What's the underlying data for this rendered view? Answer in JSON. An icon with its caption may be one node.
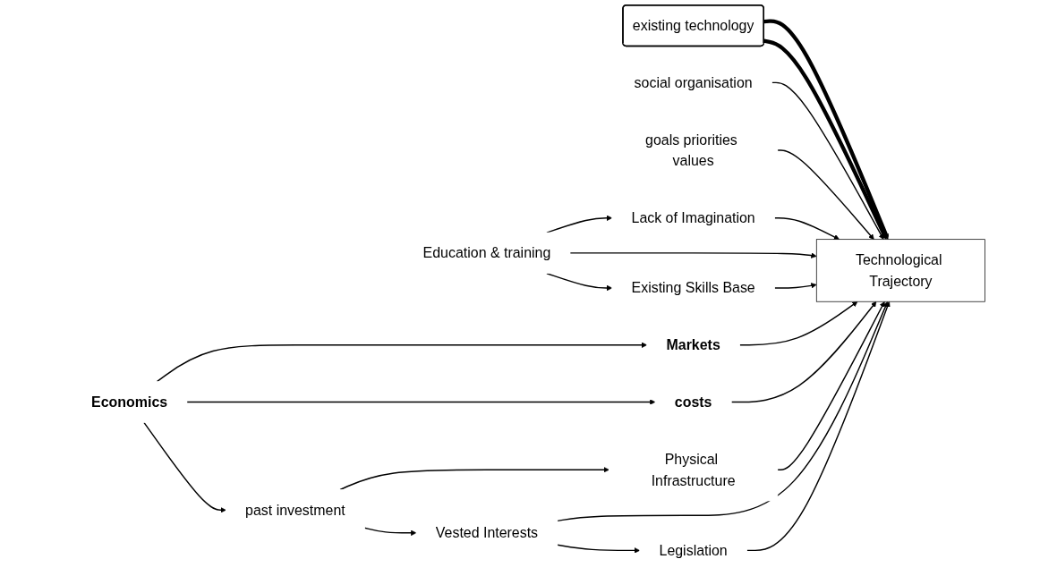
{
  "diagram": {
    "nodes": [
      {
        "text": [
          "social organisation"
        ]
      },
      {
        "text": [
          "goals priorities values"
        ]
      },
      {
        "text": [
          "Lack of Imagination"
        ]
      },
      {
        "text": [
          "Education & training"
        ]
      },
      {
        "text": [
          "Existing Skills Base"
        ]
      },
      {
        "text": [
          "existing technology"
        ]
      },
      {
        "text": [
          "Technological Trajectory"
        ]
      },
      {
        "text": [
          "Markets"
        ]
      },
      {
        "text": [
          "costs"
        ]
      },
      {
        "text": [
          "Physical Infrastructure"
        ]
      },
      {
        "text": [
          "Vested Interests"
        ]
      },
      {
        "text": [
          "Legislation"
        ]
      },
      {
        "text": [
          "Economics"
        ]
      },
      {
        "text": [
          "past investment"
        ]
      }
    ],
    "edges": [
      {
        "from": 3,
        "to": 2,
        "arrow": "to"
      },
      {
        "from": 3,
        "to": 4,
        "arrow": "to"
      },
      {
        "from": 5,
        "to": 6,
        "arrow": "to",
        "style": "thick"
      },
      {
        "from": 5,
        "to": 6,
        "arrow": "to",
        "style": "thick"
      },
      {
        "from": 0,
        "to": 6,
        "arrow": "to"
      },
      {
        "from": 1,
        "to": 6,
        "arrow": "to"
      },
      {
        "from": 2,
        "to": 6,
        "arrow": "to"
      },
      {
        "from": 3,
        "to": 6,
        "arrow": "to"
      },
      {
        "from": 4,
        "to": 6,
        "arrow": "to"
      },
      {
        "from": 7,
        "to": 6,
        "arrow": "to"
      },
      {
        "from": 8,
        "to": 6,
        "arrow": "to"
      },
      {
        "from": 9,
        "to": 6,
        "arrow": "to"
      },
      {
        "from": 10,
        "to": 6,
        "arrow": "to"
      },
      {
        "from": 11,
        "to": 6,
        "arrow": "to"
      },
      {
        "from": 10,
        "to": 11,
        "arrow": "to"
      },
      {
        "from": 12,
        "to": 7,
        "arrow": "to"
      },
      {
        "from": 12,
        "to": 8,
        "arrow": "to"
      },
      {
        "from": 12,
        "to": 13,
        "arrow": "to"
      },
      {
        "from": 13,
        "to": 9,
        "arrow": "to"
      },
      {
        "from": 13,
        "to": 10,
        "arrow": "to"
      }
    ]
  }
}
